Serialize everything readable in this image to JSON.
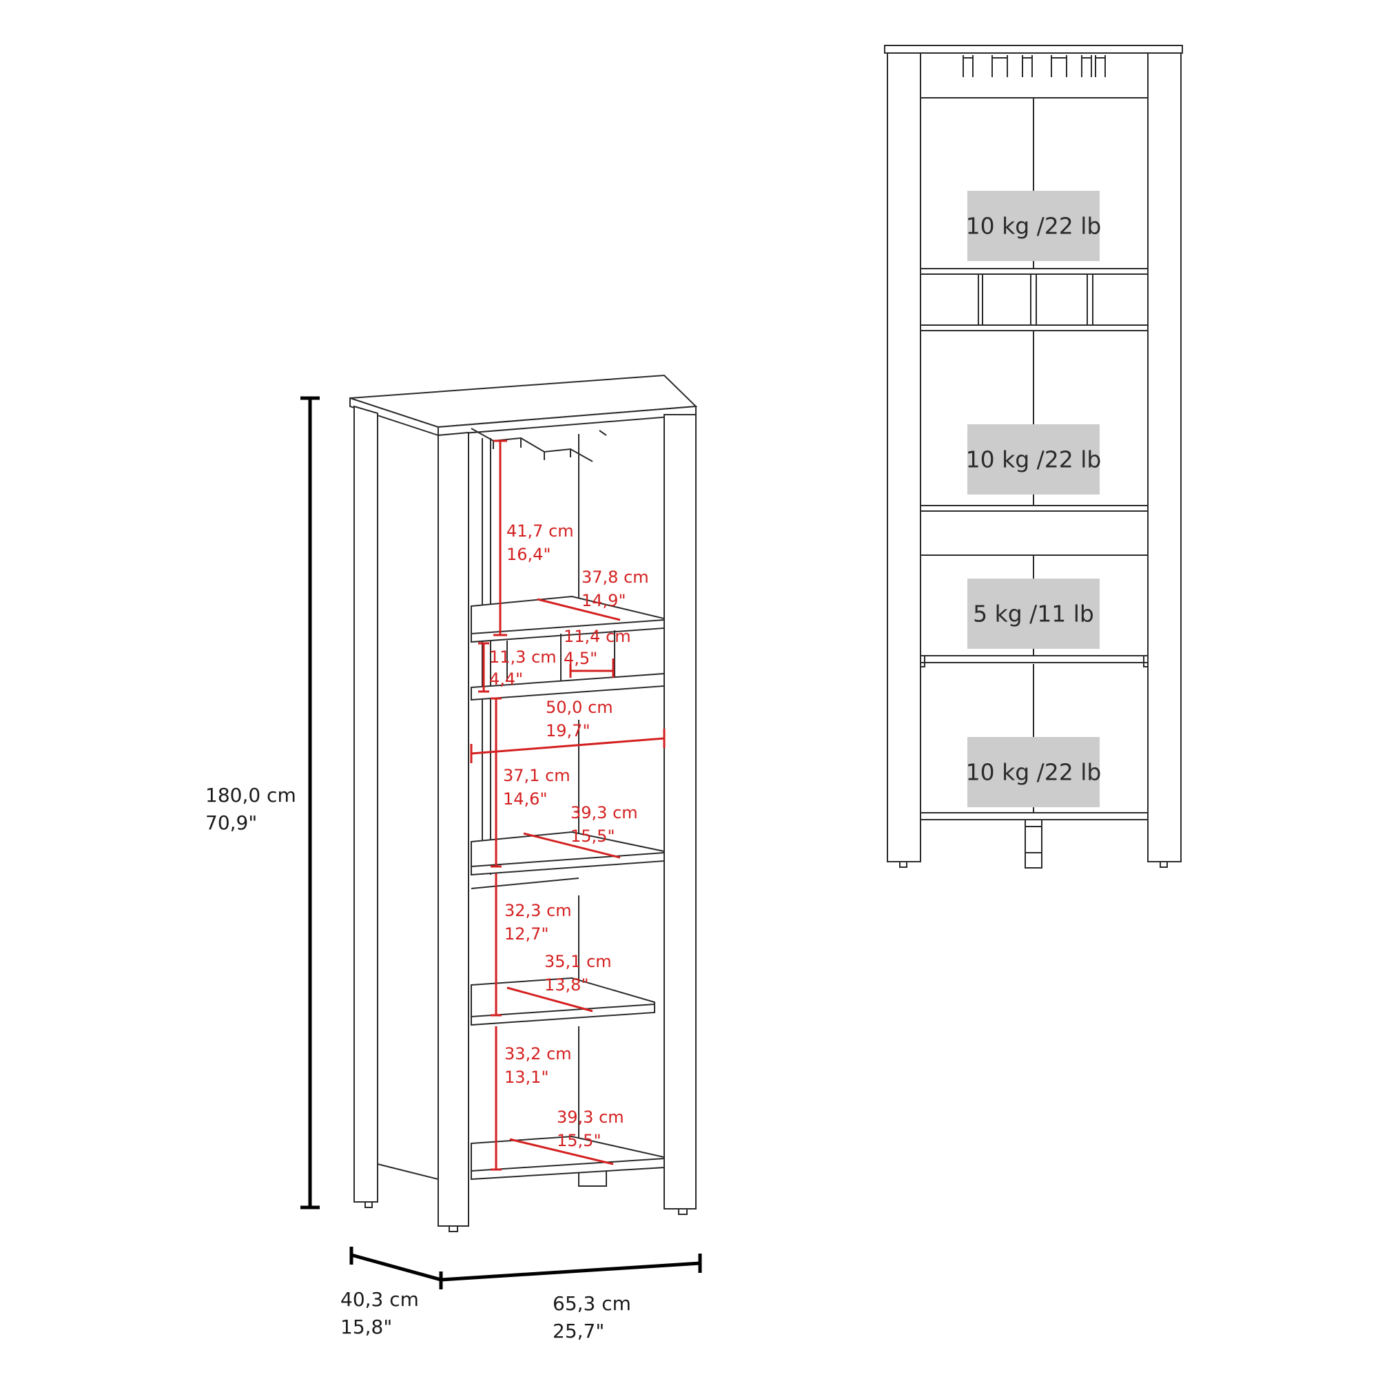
{
  "overall": {
    "height": {
      "cm": "180,0 cm",
      "in": "70,9\""
    },
    "depth": {
      "cm": "40,3 cm",
      "in": "15,8\""
    },
    "width": {
      "cm": "65,3 cm",
      "in": "25,7\""
    }
  },
  "interior": {
    "top_compartment_height": {
      "cm": "41,7 cm",
      "in": "16,4\""
    },
    "upper_shelf_depth": {
      "cm": "37,8 cm",
      "in": "14,9\""
    },
    "cubby_width": {
      "cm": "11,4 cm",
      "in": "4,5\""
    },
    "cubby_height": {
      "cm": "11,3 cm",
      "in": "4,4\""
    },
    "inner_width": {
      "cm": "50,0 cm",
      "in": "19,7\""
    },
    "middle_compartment_height": {
      "cm": "37,1 cm",
      "in": "14,6\""
    },
    "middle_shelf_depth": {
      "cm": "39,3 cm",
      "in": "15,5\""
    },
    "lower_compartment_height": {
      "cm": "32,3 cm",
      "in": "12,7\""
    },
    "lower_shelf_depth": {
      "cm": "35,1 cm",
      "in": "13,8\""
    },
    "bottom_compartment_height": {
      "cm": "33,2 cm",
      "in": "13,1\""
    },
    "bottom_shelf_depth": {
      "cm": "39,3 cm",
      "in": "15,5\""
    }
  },
  "load_capacity": [
    {
      "label": "10 kg /22 lb"
    },
    {
      "label": "10 kg /22 lb"
    },
    {
      "label": "5 kg /11 lb"
    },
    {
      "label": "10 kg /22 lb"
    }
  ],
  "colors": {
    "line": "#1a1a1a",
    "dimension_red": "#d42020",
    "load_box": "#cccccc"
  }
}
